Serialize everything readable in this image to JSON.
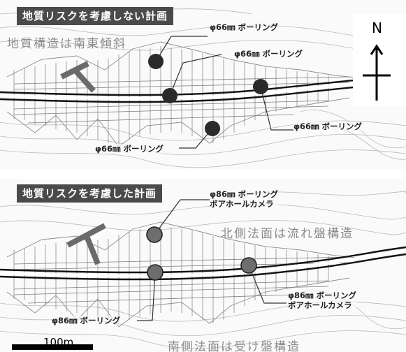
{
  "top_panel": {
    "title": "地質リスクを考慮しない計画",
    "geology_note": "地質構造は南東傾斜",
    "boring_labels": [
      "φ66㎜ ボーリング",
      "φ66㎜ ボーリング",
      "φ66㎜ ボーリング",
      "φ66㎜ ボーリング"
    ],
    "marker_color": "#2a2a2a"
  },
  "bottom_panel": {
    "title": "地質リスクを考慮した計画",
    "north_note": "北側法面は流れ盤構造",
    "south_note": "南側法面は受け盤構造",
    "label_top_line1": "φ86㎜ ボーリング",
    "label_top_line2": "ボアホールカメラ",
    "label_right_line1": "φ86㎜ ボーリング",
    "label_right_line2": "ボアホールカメラ",
    "label_left": "φ86㎜ ボーリング",
    "marker_color": "#6e6e6e"
  },
  "north_arrow": {
    "letter": "N",
    "icon": "north-arrow-icon"
  },
  "scale_bar": {
    "label": "100m"
  }
}
